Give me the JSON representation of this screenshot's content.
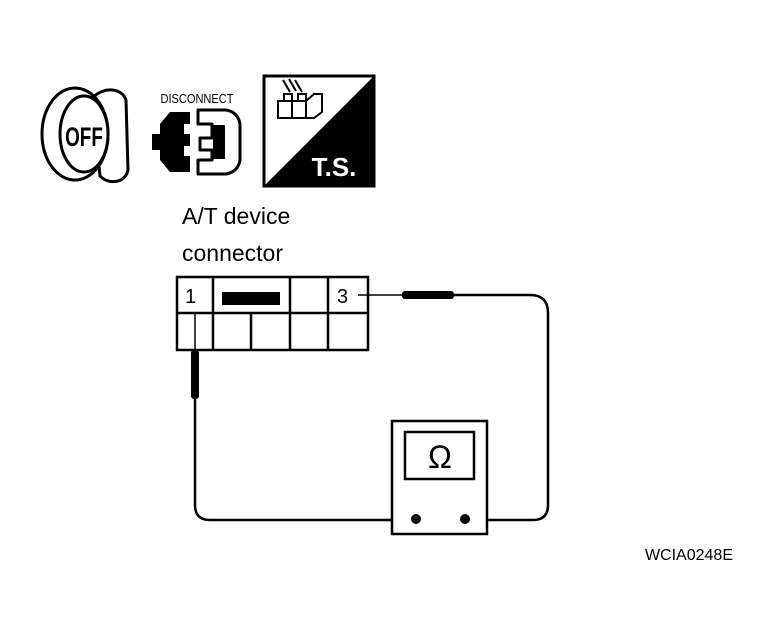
{
  "icons": {
    "ignition": {
      "icon": "ignition-key-off-icon",
      "label": "OFF"
    },
    "disconnect": {
      "icon": "connector-disconnect-icon",
      "label": "DISCONNECT"
    },
    "terminal_side": {
      "icon": "terminal-side-icon",
      "label": "T.S."
    }
  },
  "connector": {
    "title_line1": "A/T device",
    "title_line2": "connector",
    "pin_a": "1",
    "pin_b": "3"
  },
  "meter": {
    "icon": "ohmmeter-icon",
    "symbol": "Ω"
  },
  "figure_code": "WCIA0248E"
}
